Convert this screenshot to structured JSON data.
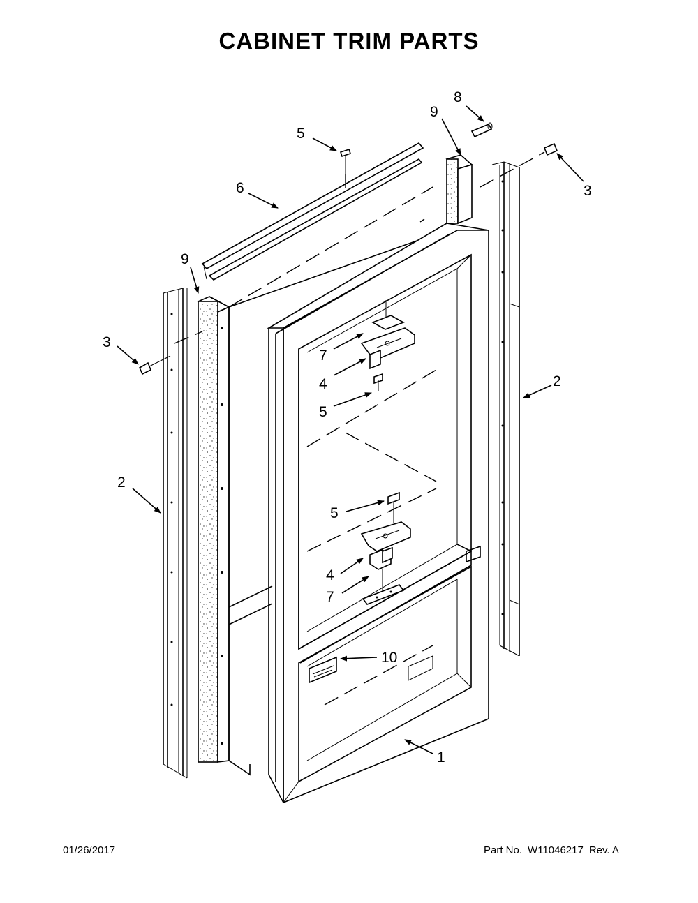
{
  "title": "CABINET TRIM PARTS",
  "footer": {
    "date": "01/26/2017",
    "part_label": "Part No.",
    "part_number": "W11046217",
    "revision": "Rev. A"
  },
  "callouts": [
    {
      "id": "c8",
      "label": "8"
    },
    {
      "id": "c9r",
      "label": "9"
    },
    {
      "id": "c5t",
      "label": "5"
    },
    {
      "id": "c3r",
      "label": "3"
    },
    {
      "id": "c6",
      "label": "6"
    },
    {
      "id": "c9l",
      "label": "9"
    },
    {
      "id": "c3l",
      "label": "3"
    },
    {
      "id": "c7a",
      "label": "7"
    },
    {
      "id": "c4a",
      "label": "4"
    },
    {
      "id": "c5a",
      "label": "5"
    },
    {
      "id": "c2r",
      "label": "2"
    },
    {
      "id": "c2l",
      "label": "2"
    },
    {
      "id": "c5b",
      "label": "5"
    },
    {
      "id": "c4b",
      "label": "4"
    },
    {
      "id": "c7b",
      "label": "7"
    },
    {
      "id": "c10",
      "label": "10"
    },
    {
      "id": "c1",
      "label": "1"
    }
  ]
}
